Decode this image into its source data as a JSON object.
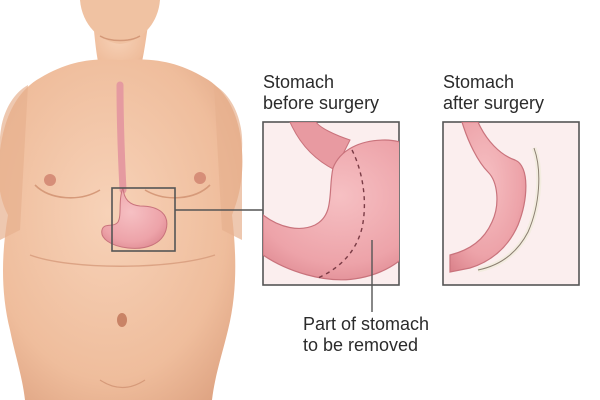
{
  "labels": {
    "before_line1": "Stomach",
    "before_line2": "before surgery",
    "after_line1": "Stomach",
    "after_line2": "after surgery",
    "removed_line1": "Part of stomach",
    "removed_line2": "to be removed"
  },
  "colors": {
    "skin": "#f1c3a3",
    "skin_shadow": "#dda283",
    "panel_bg": "#fbeeee",
    "panel_border": "#555555",
    "stomach": "#eda6ab",
    "stomach_dark": "#d9838b",
    "esophagus": "#e79aa0",
    "text": "#2b2b2b"
  }
}
